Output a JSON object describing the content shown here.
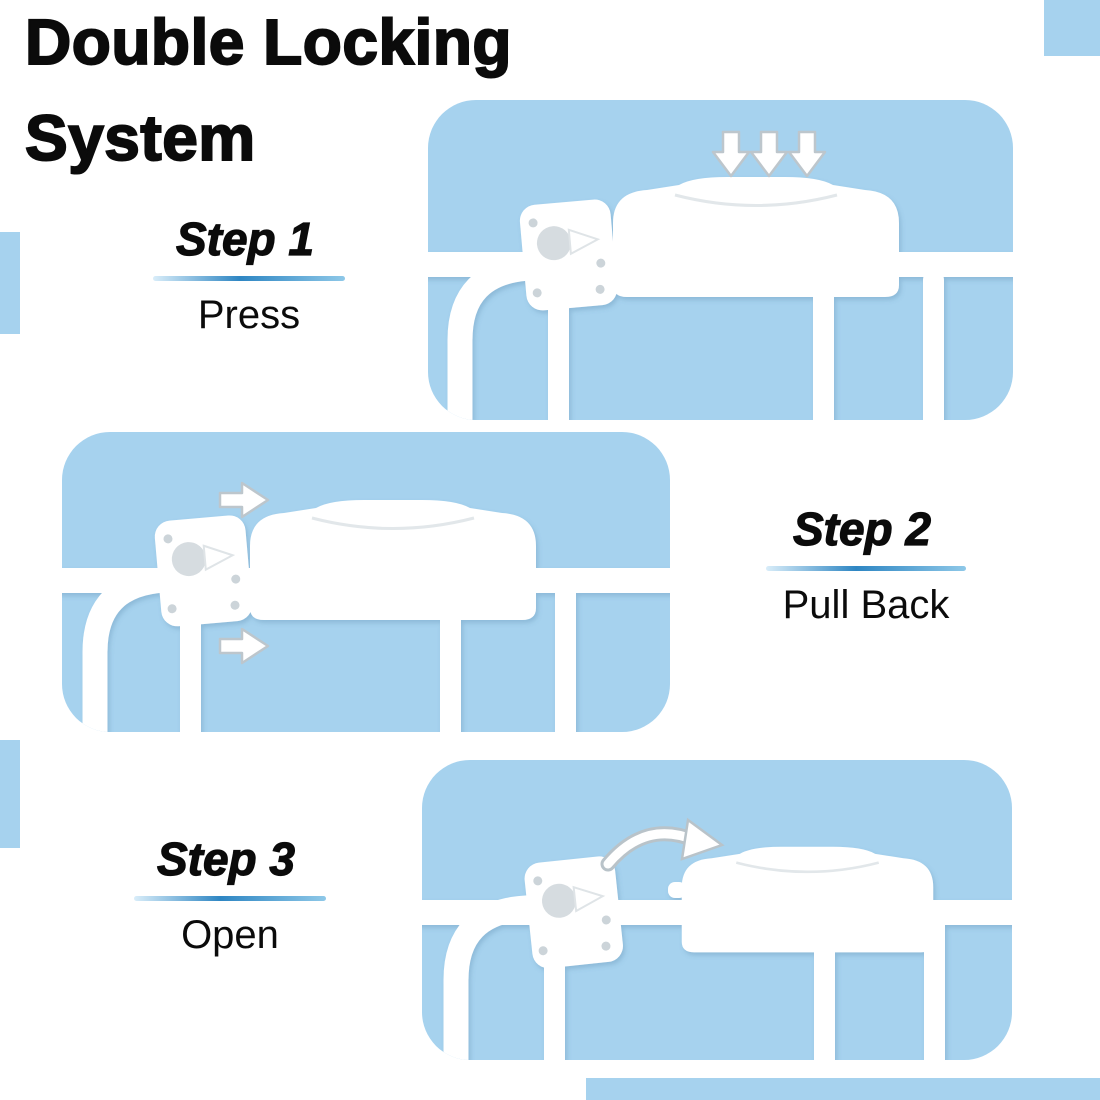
{
  "title": {
    "line1": "Double Locking",
    "line2": "System"
  },
  "steps": [
    {
      "label": "Step 1",
      "action": "Press"
    },
    {
      "label": "Step 2",
      "action": "Pull Back"
    },
    {
      "label": "Step 3",
      "action": "Open"
    }
  ],
  "icons": {
    "step1": "press-down-arrows-icon",
    "step2": "pull-back-right-arrows-icon",
    "step3": "open-swing-arrow-icon"
  },
  "colors": {
    "panel_blue": "#A6D2EE",
    "underline_blue": "#2E86C3",
    "illustration_white": "#FFFFFF",
    "arrow_outline_grey": "#BDC6CC",
    "text_black": "#0B0B0B"
  }
}
